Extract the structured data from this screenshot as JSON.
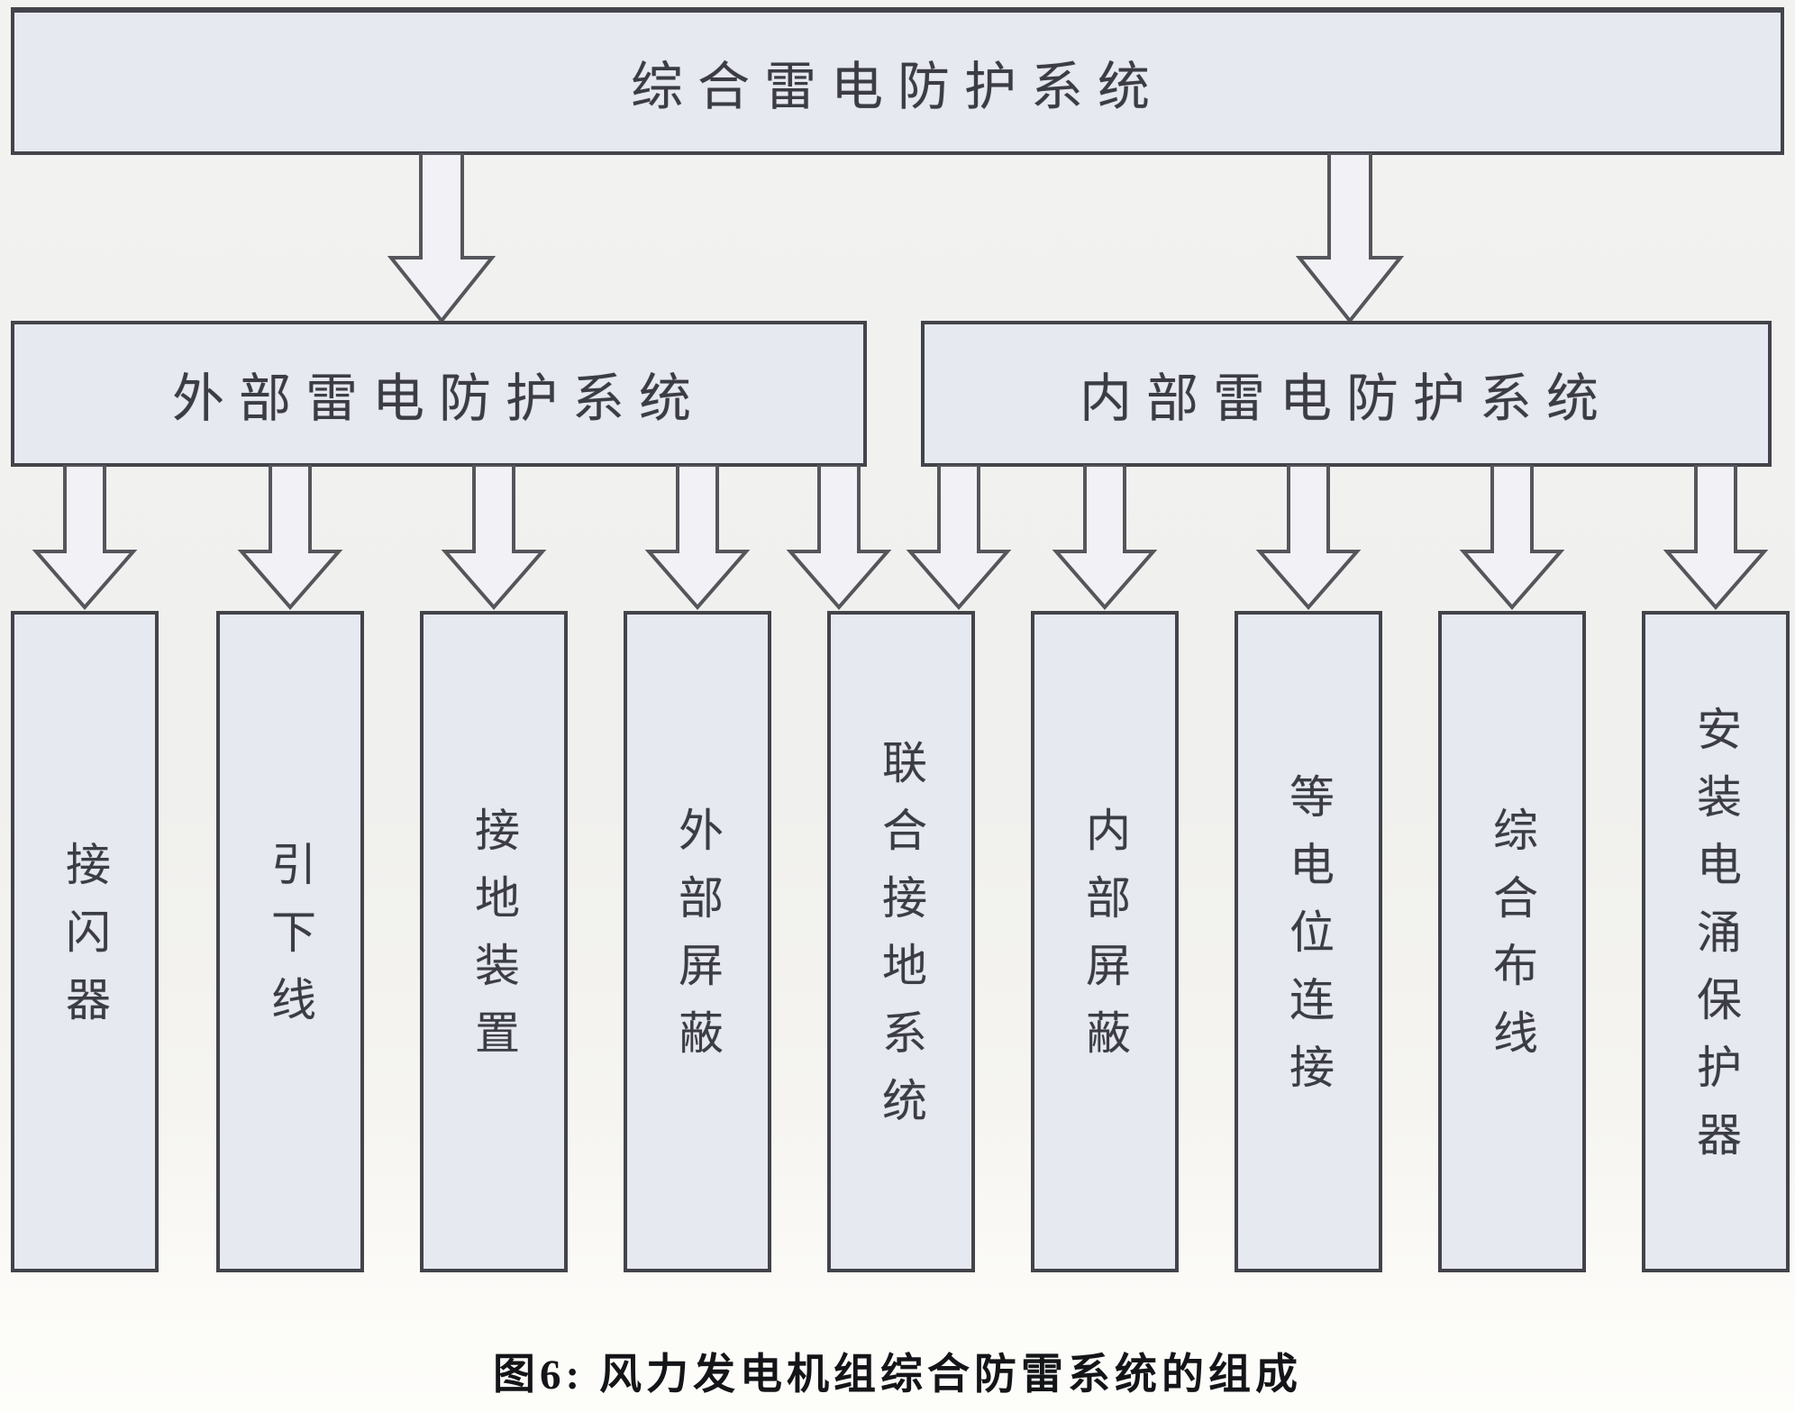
{
  "diagram": {
    "root": {
      "label": "综合雷电防护系统"
    },
    "level2": [
      {
        "id": "external",
        "label": "外部雷电防护系统"
      },
      {
        "id": "internal",
        "label": "内部雷电防护系统"
      }
    ],
    "leaves": [
      {
        "label": "接闪器",
        "parent": "external"
      },
      {
        "label": "引下线",
        "parent": "external"
      },
      {
        "label": "接地装置",
        "parent": "external"
      },
      {
        "label": "外部屏蔽",
        "parent": "external"
      },
      {
        "label": "联合接地系统",
        "parent": "external+internal"
      },
      {
        "label": "内部屏蔽",
        "parent": "internal"
      },
      {
        "label": "等电位连接",
        "parent": "internal"
      },
      {
        "label": "综合布线",
        "parent": "internal"
      },
      {
        "label": "安装电涌保护器",
        "parent": "internal"
      }
    ],
    "caption": "图6: 风力发电机组综合防雷系统的组成",
    "colors": {
      "background": "#f1f1ee",
      "box_fill": "#e7e9f1",
      "box_border": "#43444a",
      "arrow_fill": "#f2f2f6",
      "arrow_stroke": "#55565c",
      "text": "#3c3d44",
      "caption_text": "#141518"
    }
  }
}
